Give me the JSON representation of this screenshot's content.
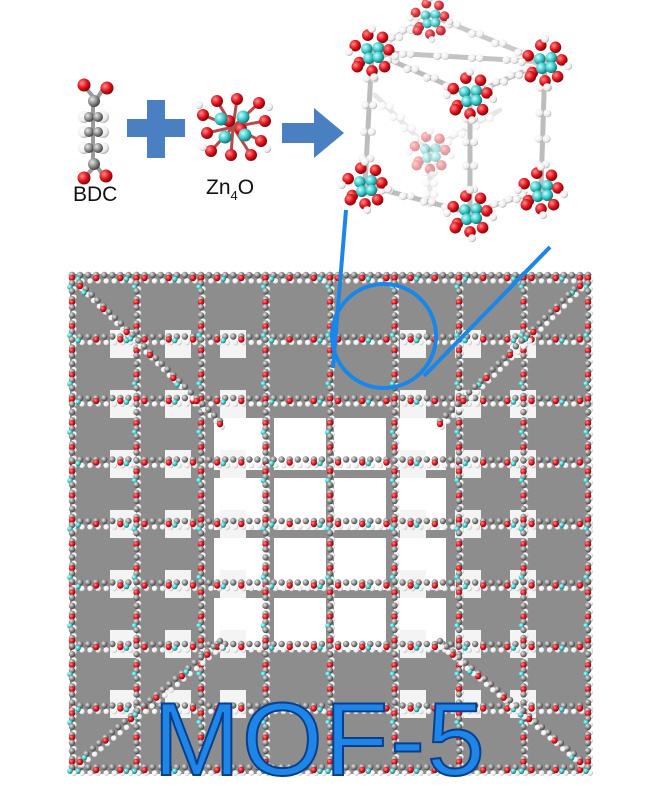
{
  "labels": {
    "linker": "BDC",
    "cluster_prefix": "Zn",
    "cluster_subscript": "4",
    "cluster_suffix": "O",
    "title": "MOF-5"
  },
  "colors": {
    "oxygen": "#e0141e",
    "zinc": "#3cc8c8",
    "carbon": "#8a8a8a",
    "hydrogen": "#f2f2f2",
    "operator_blue": "#4a7fc1",
    "zoom_line": "#1a86e8",
    "title_fill": "#1e86e8",
    "title_stroke": "#0a3f8c"
  },
  "icons": [
    "plus-icon",
    "arrow-right-icon",
    "magnifier-circle-icon"
  ]
}
